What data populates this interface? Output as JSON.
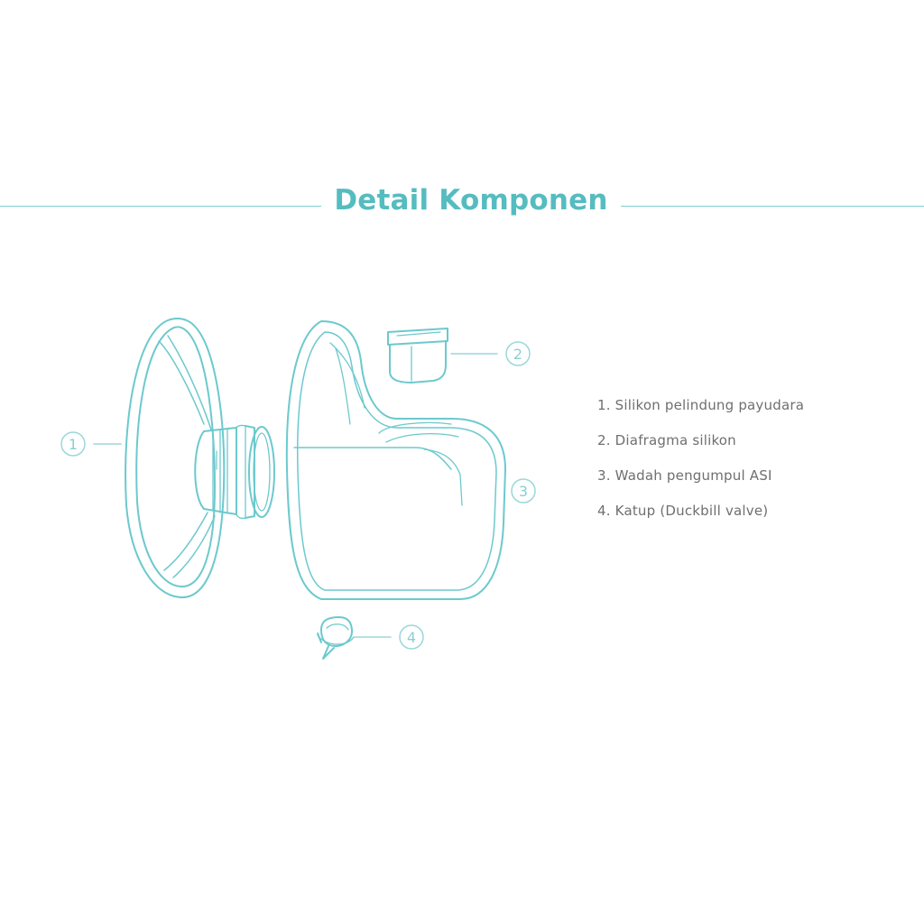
{
  "header": {
    "title": "Detail Komponen"
  },
  "colors": {
    "accent": "#55bcc0",
    "line": "#7fcfd3",
    "text": "#6f6f6f"
  },
  "callouts": [
    "1",
    "2",
    "3",
    "4"
  ],
  "legend": {
    "items": [
      "1. Silikon pelindung payudara",
      "2. Diafragma silikon",
      "3. Wadah pengumpul ASI",
      "4. Katup (Duckbill valve)"
    ]
  }
}
